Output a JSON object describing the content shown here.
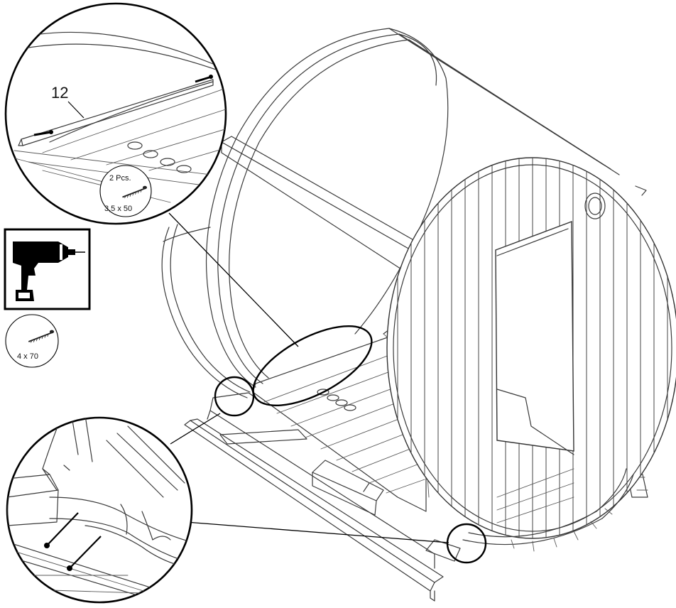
{
  "callouts": {
    "part_number": "12",
    "detail_screw_qty": "2 Pcs.",
    "detail_screw_size": "3,5 x 50",
    "main_screw_size": "4 x 70"
  },
  "icons": {
    "tool": "power-drill-icon",
    "screw": "screw-icon"
  },
  "colors": {
    "line": "#3a3a3a",
    "outline": "#000000",
    "background": "#ffffff"
  }
}
